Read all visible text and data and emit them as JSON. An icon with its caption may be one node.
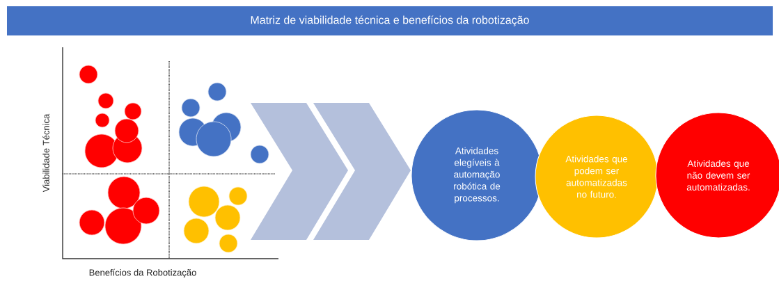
{
  "diagram": {
    "title": "Matriz de viabilidade técnica e benefícios da robotização",
    "nodes": [
      {
        "text": [
          "Atividades elegíveis à automação robótica de processos."
        ]
      },
      {
        "text": [
          "Atividades que podem ser automatizadas no futuro."
        ]
      },
      {
        "text": [
          "Atividades que não devem ser automatizadas."
        ]
      }
    ],
    "labels": [
      "Viabilidade Técnica",
      "Benefícios da Robotização"
    ]
  }
}
